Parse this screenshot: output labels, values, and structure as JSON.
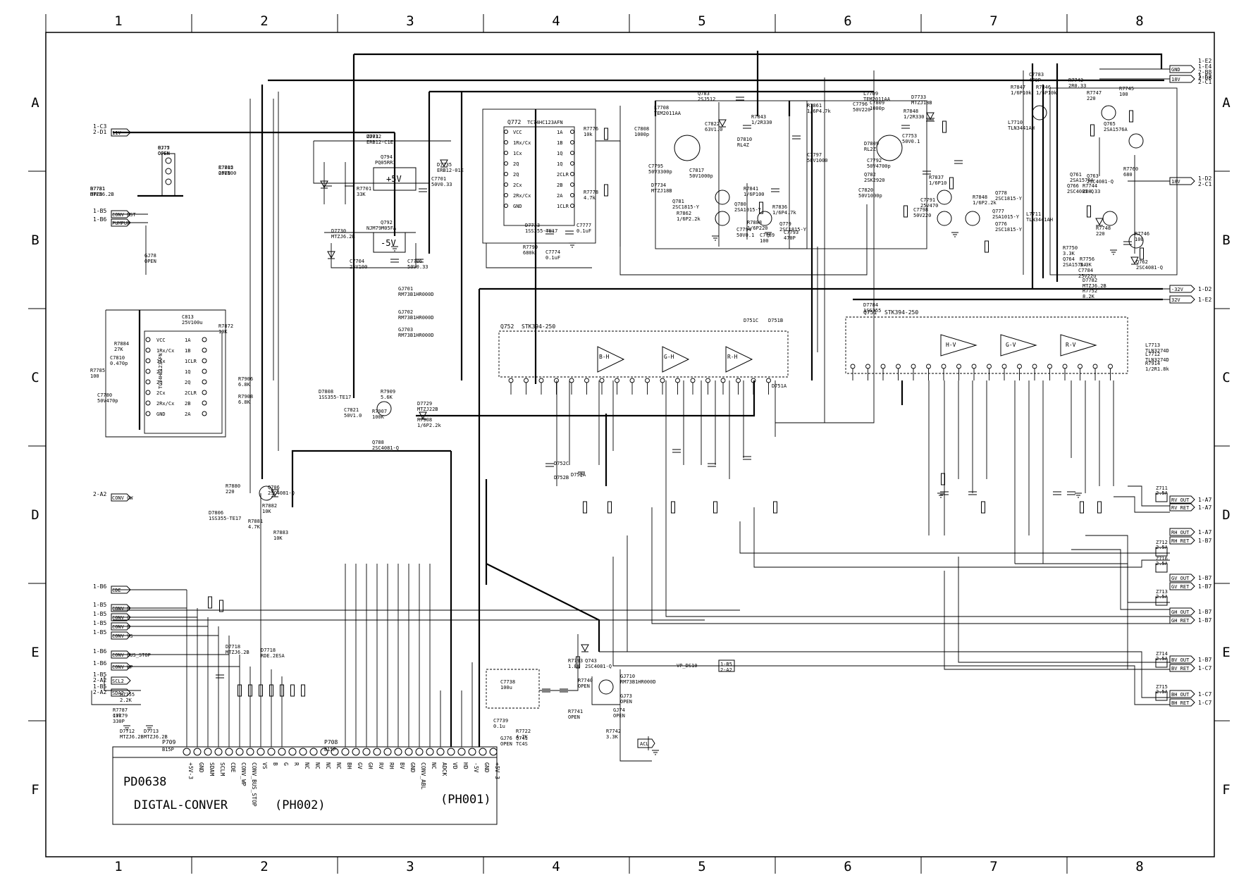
{
  "frame": {
    "columns": [
      "1",
      "2",
      "3",
      "4",
      "5",
      "6",
      "7",
      "8"
    ],
    "rows": [
      "A",
      "B",
      "C",
      "D",
      "E",
      "F"
    ]
  },
  "board": {
    "name": "PD0638",
    "title": "DIGTAL-CONVER",
    "connector_left": "(PH002)",
    "connector_right": "(PH001)",
    "p709": "P709",
    "p709_part": "B15P",
    "p708": "P708",
    "p708_part": "B15P",
    "left_pins": [
      "+5V-3",
      "GND",
      "SDAM",
      "SCLM",
      "CDE",
      "CONV_WP",
      "CONV_BUS_STOP",
      "VS",
      "B",
      "G",
      "R",
      "NC",
      "NC",
      "NC",
      "NC"
    ],
    "right_pins": [
      "BH",
      "GV",
      "GH",
      "RV",
      "RH",
      "BV",
      "GND",
      "CONV_ABL",
      "NC",
      "ADCK",
      "VD",
      "HD",
      "-5V",
      "GND",
      "+5V-3"
    ]
  },
  "ics": {
    "q752": {
      "name": "Q752",
      "part": "STK394-250",
      "sections": [
        "B-H",
        "G-H",
        "R-H"
      ]
    },
    "q751": {
      "name": "Q751",
      "part": "STK394-250",
      "sections": [
        "H-V",
        "G-V",
        "R-V"
      ]
    },
    "q772": {
      "name": "Q772",
      "part": "TC74HC123AFN",
      "pins": [
        "VCC",
        "1Rx/Cx",
        "1Cx",
        "2Q",
        "2Q",
        "2Cx",
        "2Rx/Cx",
        "GND",
        "1A",
        "1B",
        "1Q",
        "1Q",
        "2CLR",
        "2B",
        "2A",
        "1CLR"
      ]
    },
    "q813": {
      "part": "TC74HC123AFN",
      "pins": [
        "VCC",
        "1Rx/Cx",
        "1Cx",
        "2Q",
        "2Q",
        "2Cx",
        "2Rx/Cx",
        "GND",
        "1A",
        "1B",
        "1CLR",
        "1Q",
        "2Q",
        "2CLR",
        "2B",
        "2A"
      ]
    },
    "q794": {
      "name": "Q794",
      "part": "PQ05RR1",
      "label": "+5V"
    },
    "q792": {
      "name": "Q792",
      "part": "NJM79M05FA",
      "label": "-5V"
    }
  },
  "connectors": {
    "left": [
      {
        "ref": "1-C3\n2-D1",
        "signal": "11V"
      },
      {
        "ref": "1-B5",
        "signal": "CONV_RST"
      },
      {
        "ref": "1-B6",
        "signal": "PUMPUP"
      },
      {
        "ref": "2-A2",
        "signal": "CONV_GW"
      },
      {
        "ref": "1-B6",
        "signal": "CDE"
      },
      {
        "ref": "1-B5",
        "signal": "CONV_B"
      },
      {
        "ref": "1-B5",
        "signal": "CONV_G"
      },
      {
        "ref": "1-B5",
        "signal": "CONV_R"
      },
      {
        "ref": "1-B5",
        "signal": "CONV_VS"
      },
      {
        "ref": "1-B6",
        "signal": "CONV_BUS_STOP"
      },
      {
        "ref": "1-B6",
        "signal": "CONV_WP"
      },
      {
        "ref": "1-B5\n2-A2",
        "signal": "SCL2"
      },
      {
        "ref": "1-B5\n2-A2",
        "signal": "SDA2"
      }
    ],
    "right": [
      {
        "signal": "GND",
        "ref": "1-E2\n1-E4\n2-B8\n2-D8"
      },
      {
        "signal": "18V",
        "ref": "1-E2\n2-C1"
      },
      {
        "signal": "18V",
        "ref": "1-D2\n2-C1"
      },
      {
        "signal": "-32V",
        "ref": "1-D2"
      },
      {
        "signal": "32V",
        "ref": "1-E2"
      },
      {
        "signal": "RV_OUT",
        "ref": "1-A7"
      },
      {
        "signal": "RV_RET",
        "ref": "1-A7"
      },
      {
        "signal": "RH_OUT",
        "ref": "1-A7"
      },
      {
        "signal": "RH_RET",
        "ref": "1-B7"
      },
      {
        "signal": "GV_OUT",
        "ref": "1-B7"
      },
      {
        "signal": "GV_RET",
        "ref": "1-B7"
      },
      {
        "signal": "GH_OUT",
        "ref": "1-B7"
      },
      {
        "signal": "GH_RET",
        "ref": "1-B7"
      },
      {
        "signal": "BV_OUT",
        "ref": "1-B7"
      },
      {
        "signal": "BV_RET",
        "ref": "1-C7"
      },
      {
        "signal": "BH_OUT",
        "ref": "1-C7"
      },
      {
        "signal": "BH_RET",
        "ref": "1-C7"
      },
      {
        "signal": "VP_DS10",
        "ref": "1-B5\n2-A2"
      },
      {
        "signal": "ACL",
        "ref": ""
      }
    ]
  },
  "fuses": [
    "Z711 2.5A",
    "Z712 2.5A",
    "Z713 2.5A",
    "Z714 2.5A",
    "Z715 2.5A",
    "Z716 2.5A"
  ],
  "parts": [
    {
      "ref": "P777",
      "value": "OPEN"
    },
    {
      "ref": "D7731",
      "value": "MTZJ6.2B"
    },
    {
      "ref": "C7705",
      "value": "25V100"
    },
    {
      "ref": "D7732",
      "value": "ERB12-C1E"
    },
    {
      "ref": "R7701",
      "value": "33K"
    },
    {
      "ref": "C7701",
      "value": "50V0.33"
    },
    {
      "ref": "D7735",
      "value": "ERB12-01E"
    },
    {
      "ref": "D7730",
      "value": "MTZJ6.2B"
    },
    {
      "ref": "C7704",
      "value": "25V100"
    },
    {
      "ref": "C7706",
      "value": "50V0.33"
    },
    {
      "ref": "GJ701",
      "value": "RM73B1HR000D"
    },
    {
      "ref": "GJ702",
      "value": "RM73B1HR000D"
    },
    {
      "ref": "GJ703",
      "value": "RM73B1HR000D"
    },
    {
      "ref": "GJ78",
      "value": "OPEN"
    },
    {
      "ref": "C813",
      "value": "25V100u"
    },
    {
      "ref": "R7872",
      "value": "10K"
    },
    {
      "ref": "R7884",
      "value": "27K"
    },
    {
      "ref": "C7810",
      "value": "0.470p"
    },
    {
      "ref": "R7785",
      "value": "100"
    },
    {
      "ref": "C7780",
      "value": "50V470p"
    },
    {
      "ref": "R7906",
      "value": "6.8K"
    },
    {
      "ref": "R7908",
      "value": "6.8K"
    },
    {
      "ref": "D7808",
      "value": "1SS355-TE17"
    },
    {
      "ref": "C7821",
      "value": "50V1.0"
    },
    {
      "ref": "R7909",
      "value": "5.6K"
    },
    {
      "ref": "R7907",
      "value": "100K"
    },
    {
      "ref": "Q788",
      "value": "2SC4081-Q"
    },
    {
      "ref": "D7729",
      "value": "MTZJ22B"
    },
    {
      "ref": "R7908",
      "value": "1/6P2.2k"
    },
    {
      "ref": "R7880",
      "value": "220"
    },
    {
      "ref": "Q706",
      "value": "2SC4081-Q"
    },
    {
      "ref": "D7806",
      "value": "1SS355-TE17"
    },
    {
      "ref": "R7882",
      "value": "10K"
    },
    {
      "ref": "R7881",
      "value": "4.7K"
    },
    {
      "ref": "R7883",
      "value": "10K"
    },
    {
      "ref": "R7776",
      "value": "10k"
    },
    {
      "ref": "R7778",
      "value": "4.7k"
    },
    {
      "ref": "C7777",
      "value": "0.1uF"
    },
    {
      "ref": "C7774",
      "value": "0.1uF"
    },
    {
      "ref": "R7799",
      "value": "680k"
    },
    {
      "ref": "D7733",
      "value": "1SS355-TE17"
    },
    {
      "ref": "L7708",
      "value": "TEM2011AA"
    },
    {
      "ref": "C7808",
      "value": "1000p"
    },
    {
      "ref": "Q783",
      "value": "2SJ512"
    },
    {
      "ref": "R7843",
      "value": "1/2R330"
    },
    {
      "ref": "C7822",
      "value": "63V1.0"
    },
    {
      "ref": "D7810",
      "value": "RL4Z"
    },
    {
      "ref": "C7795",
      "value": "50V3300p"
    },
    {
      "ref": "C7817",
      "value": "50V1000p"
    },
    {
      "ref": "D7734",
      "value": "MTZJ18B"
    },
    {
      "ref": "R7841",
      "value": "1/6P100"
    },
    {
      "ref": "Q781",
      "value": "2SC1815-Y"
    },
    {
      "ref": "R7862",
      "value": "1/6P2.2k"
    },
    {
      "ref": "Q780",
      "value": "2SA1015-Y"
    },
    {
      "ref": "C7794",
      "value": "50V0.1"
    },
    {
      "ref": "R7888",
      "value": "1/6P220"
    },
    {
      "ref": "C7789",
      "value": "100"
    },
    {
      "ref": "Q779",
      "value": "2SC1815-Y"
    },
    {
      "ref": "R7836",
      "value": "1/6P4.7k"
    },
    {
      "ref": "C7793",
      "value": "470P"
    },
    {
      "ref": "R7861",
      "value": "1/6P4.7k"
    },
    {
      "ref": "C7797",
      "value": "50V1000"
    },
    {
      "ref": "C7796",
      "value": "50V220"
    },
    {
      "ref": "L7709",
      "value": "TEM2011AA"
    },
    {
      "ref": "C7809",
      "value": "1000p"
    },
    {
      "ref": "R7848",
      "value": "1/2R330"
    },
    {
      "ref": "D7809",
      "value": "RL2Z"
    },
    {
      "ref": "C7792",
      "value": "50V4700p"
    },
    {
      "ref": "Q782",
      "value": "2SK2920"
    },
    {
      "ref": "C7820",
      "value": "50V1000p"
    },
    {
      "ref": "D7733",
      "value": "MTZJ18B"
    },
    {
      "ref": "C7753",
      "value": "50V0.1"
    },
    {
      "ref": "R7837",
      "value": "1/6P10"
    },
    {
      "ref": "C7791",
      "value": "25V470"
    },
    {
      "ref": "C7798",
      "value": "50V220"
    },
    {
      "ref": "R7848",
      "value": "1/6P2.2k"
    },
    {
      "ref": "Q778",
      "value": "2SC1815-Y"
    },
    {
      "ref": "Q777",
      "value": "2SA1015-Y"
    },
    {
      "ref": "Q776",
      "value": "2SC1815-Y"
    },
    {
      "ref": "C7783",
      "value": "470P"
    },
    {
      "ref": "R7847",
      "value": "1/6P10k"
    },
    {
      "ref": "R7846",
      "value": "1/6P10k"
    },
    {
      "ref": "R7743",
      "value": "2R0.33"
    },
    {
      "ref": "R7747",
      "value": "220"
    },
    {
      "ref": "R7745",
      "value": "100"
    },
    {
      "ref": "L7710",
      "value": "TLN3441AH"
    },
    {
      "ref": "Q765",
      "value": "2SA1576A"
    },
    {
      "ref": "R7760",
      "value": "680"
    },
    {
      "ref": "Q761",
      "value": "2SA1576A"
    },
    {
      "ref": "Q763",
      "value": "2SC4081-Q"
    },
    {
      "ref": "Q766",
      "value": "2SC4081-Q"
    },
    {
      "ref": "R7744",
      "value": "2R0.33"
    },
    {
      "ref": "L7711",
      "value": "TLN3441AH"
    },
    {
      "ref": "R7748",
      "value": "220"
    },
    {
      "ref": "R7746",
      "value": "100"
    },
    {
      "ref": "Q762",
      "value": "2SC4081-Q"
    },
    {
      "ref": "Q764",
      "value": "2SA1576A"
    },
    {
      "ref": "R7750",
      "value": "3.3K"
    },
    {
      "ref": "R7756",
      "value": "3.3K"
    },
    {
      "ref": "C7784",
      "value": "25V22u"
    },
    {
      "ref": "D7782",
      "value": "MTZJ6.2B"
    },
    {
      "ref": "R7752",
      "value": "8.2K"
    },
    {
      "ref": "D7784",
      "value": "1SS355"
    },
    {
      "ref": "L7713",
      "value": "TLN3274D"
    },
    {
      "ref": "L7712",
      "value": "TLN3274D"
    },
    {
      "ref": "R7914",
      "value": "1/2R1.8k"
    },
    {
      "ref": "D751C",
      "value": ""
    },
    {
      "ref": "D751B",
      "value": ""
    },
    {
      "ref": "D751A",
      "value": ""
    },
    {
      "ref": "D752C",
      "value": ""
    },
    {
      "ref": "D752B",
      "value": ""
    },
    {
      "ref": "D752A",
      "value": ""
    },
    {
      "ref": "C7738",
      "value": "100u"
    },
    {
      "ref": "C7739",
      "value": "0.1u"
    },
    {
      "ref": "R7722",
      "value": "4.7K"
    },
    {
      "ref": "Q741",
      "value": "TC4S"
    },
    {
      "ref": "GJ710",
      "value": "RM73B1HR000D"
    },
    {
      "ref": "GJ73",
      "value": "OPEN"
    },
    {
      "ref": "GJ74",
      "value": "OPEN"
    },
    {
      "ref": "R7742",
      "value": "3.3K"
    },
    {
      "ref": "R7741",
      "value": "OPEN"
    },
    {
      "ref": "R7740",
      "value": "OPEN"
    },
    {
      "ref": "Q743",
      "value": "2SC4081-Q"
    },
    {
      "ref": "R7793",
      "value": "1.8K"
    },
    {
      "ref": "R7755",
      "value": "2.2K"
    },
    {
      "ref": "R7787",
      "value": "10k"
    },
    {
      "ref": "C7779",
      "value": "330P"
    },
    {
      "ref": "D7713",
      "value": "MTZJ6.2B"
    },
    {
      "ref": "D7712",
      "value": "MTZJ6.2B"
    },
    {
      "ref": "D7718",
      "value": "MTZJ6.2B"
    },
    {
      "ref": "D7718",
      "value": "RDE.2ESA"
    },
    {
      "ref": "GJ76",
      "value": "OPEN"
    },
    {
      "ref": "GJ75",
      "value": "OPEN"
    },
    {
      "ref": "R7781",
      "value": "OPEN"
    },
    {
      "ref": "R7812",
      "value": "OPEN"
    },
    {
      "ref": "ZD01",
      "value": ""
    }
  ]
}
